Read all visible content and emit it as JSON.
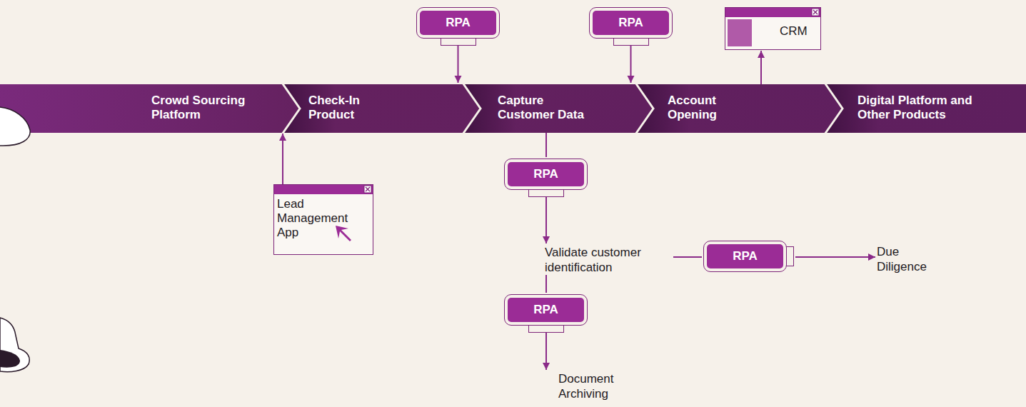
{
  "diagram": {
    "nodes": [
      {
        "text": [
          "Crowd Sourcing Platform"
        ]
      },
      {
        "text": [
          "Check-In Product"
        ]
      },
      {
        "text": [
          "Capture Customer Data"
        ]
      },
      {
        "text": [
          "Account Opening"
        ]
      },
      {
        "text": [
          "Digital Platform and Other Products"
        ]
      },
      {
        "text": [
          "RPA"
        ]
      },
      {
        "text": [
          "RPA"
        ]
      },
      {
        "text": [
          "CRM"
        ]
      },
      {
        "text": [
          "Lead Management App"
        ]
      },
      {
        "text": [
          "RPA"
        ]
      },
      {
        "text": [
          "Validate customer identification"
        ]
      },
      {
        "text": [
          "RPA"
        ]
      },
      {
        "text": [
          "Due Diligence"
        ]
      },
      {
        "text": [
          "RPA"
        ]
      },
      {
        "text": [
          "Document Archiving"
        ]
      }
    ],
    "edges": [
      {
        "from": 5,
        "to": 2,
        "arrow": "to"
      },
      {
        "from": 6,
        "to": 3,
        "arrow": "to"
      },
      {
        "from": 3,
        "to": 7,
        "arrow": "to"
      },
      {
        "from": 8,
        "to": 1,
        "arrow": "to"
      },
      {
        "from": 2,
        "to": 9,
        "arrow": "none"
      },
      {
        "from": 9,
        "to": 10,
        "arrow": "to"
      },
      {
        "from": 10,
        "to": 11,
        "arrow": "none"
      },
      {
        "from": 11,
        "to": 12,
        "arrow": "to"
      },
      {
        "from": 10,
        "to": 13,
        "arrow": "none"
      },
      {
        "from": 13,
        "to": 14,
        "arrow": "to"
      }
    ]
  }
}
